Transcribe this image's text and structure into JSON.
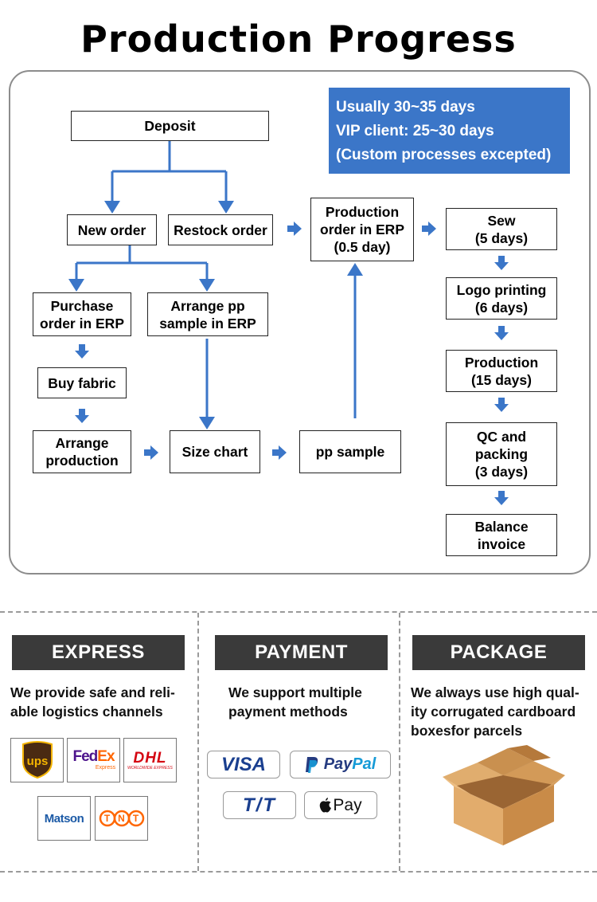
{
  "title": "Production Progress",
  "note": {
    "line1": "Usually 30~35 days",
    "line2": "VIP client: 25~30 days",
    "line3": "(Custom processes excepted)"
  },
  "flow": {
    "deposit": "Deposit",
    "new_order": "New order",
    "restock_order": "Restock order",
    "production_order": "Production\norder in ERP\n(0.5 day)",
    "purchase_order": "Purchase\norder in ERP",
    "arrange_pp": "Arrange pp\nsample in ERP",
    "buy_fabric": "Buy fabric",
    "arrange_production": "Arrange\nproduction",
    "size_chart": "Size chart",
    "pp_sample": "pp sample",
    "sew": "Sew\n(5 days)",
    "logo_printing": "Logo printing\n(6 days)",
    "production": "Production\n(15 days)",
    "qc_packing": "QC and\npacking\n(3 days)",
    "balance_invoice": "Balance\ninvoice"
  },
  "colors": {
    "arrow": "#3b76c8",
    "note_bg": "#3b76c8",
    "section_head": "#3a3a3a"
  },
  "express": {
    "heading": "EXPRESS",
    "text_line1": "We provide safe and reli-",
    "text_line2": "able logistics channels",
    "logos": {
      "ups": "ups",
      "fedex_fed": "Fed",
      "fedex_ex": "Ex",
      "fedex_sub": "Express",
      "dhl": "DHL",
      "dhl_sub": "WORLDWIDE EXPRESS",
      "matson": "Matson",
      "tnt": "TNT"
    }
  },
  "payment": {
    "heading": "PAYMENT",
    "text_line1": "We support multiple",
    "text_line2": "payment methods",
    "visa": "VISA",
    "paypal_pay": "Pay",
    "paypal_pal": "Pal",
    "tt": "T/T",
    "applepay": "Pay"
  },
  "package": {
    "heading": "PACKAGE",
    "text_line1": "We always use high qual-",
    "text_line2": "ity corrugated cardboard",
    "text_line3": "boxesfor parcels"
  }
}
